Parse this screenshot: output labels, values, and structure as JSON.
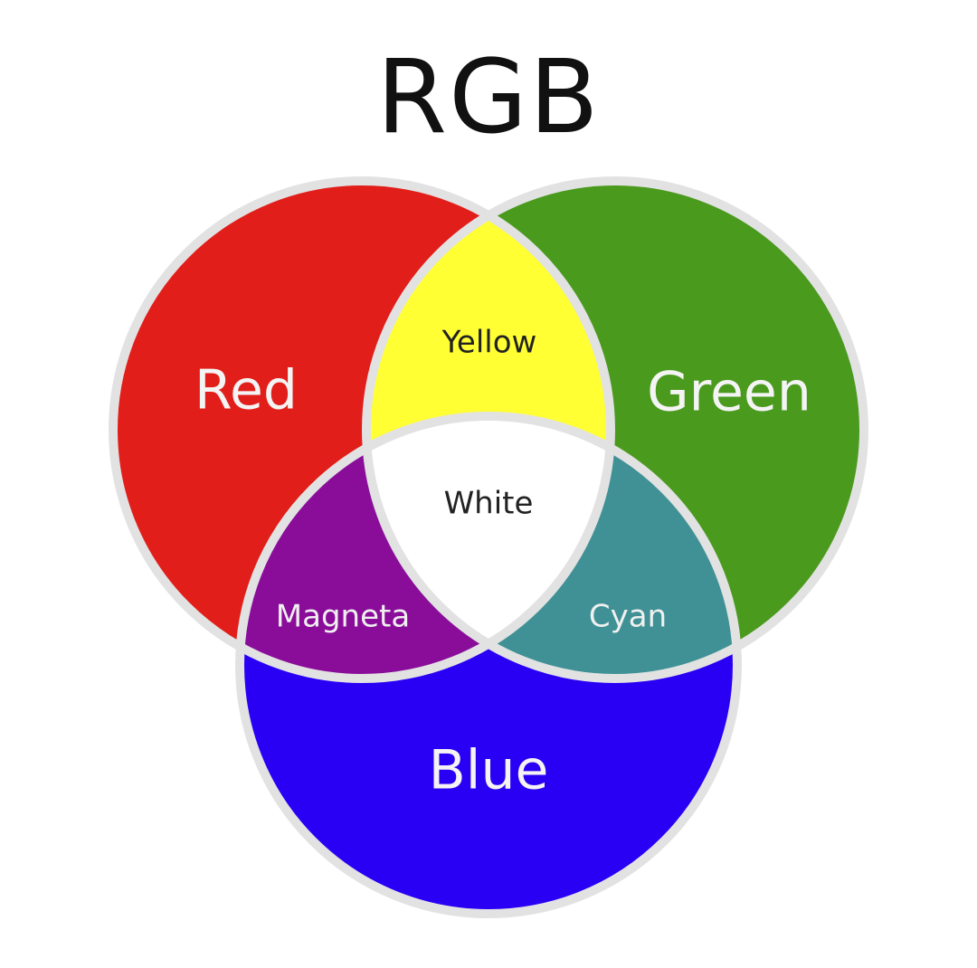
{
  "title": "RGB",
  "colors": {
    "red": "#e11e1a",
    "green": "#4a9a1e",
    "blue": "#2a00f5",
    "yellow": "#ffff33",
    "magenta": "#8a0d9a",
    "cyan": "#3f9195",
    "white": "#ffffff",
    "outline": "#e2e2e2"
  },
  "labels": {
    "red": "Red",
    "green": "Green",
    "blue": "Blue",
    "yellow": "Yellow",
    "magenta": "Magneta",
    "cyan": "Cyan",
    "white": "White"
  }
}
